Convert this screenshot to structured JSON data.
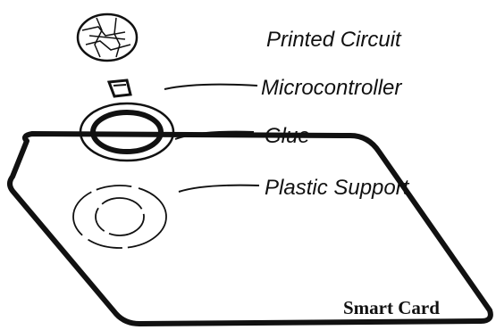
{
  "labels": {
    "printed_circuit": "Printed Circuit",
    "microcontroller": "Microcontroller",
    "glue": "Glue",
    "plastic_support": "Plastic Support",
    "smart_card": "Smart Card"
  },
  "colors": {
    "ink": "#111111",
    "background": "#ffffff"
  }
}
